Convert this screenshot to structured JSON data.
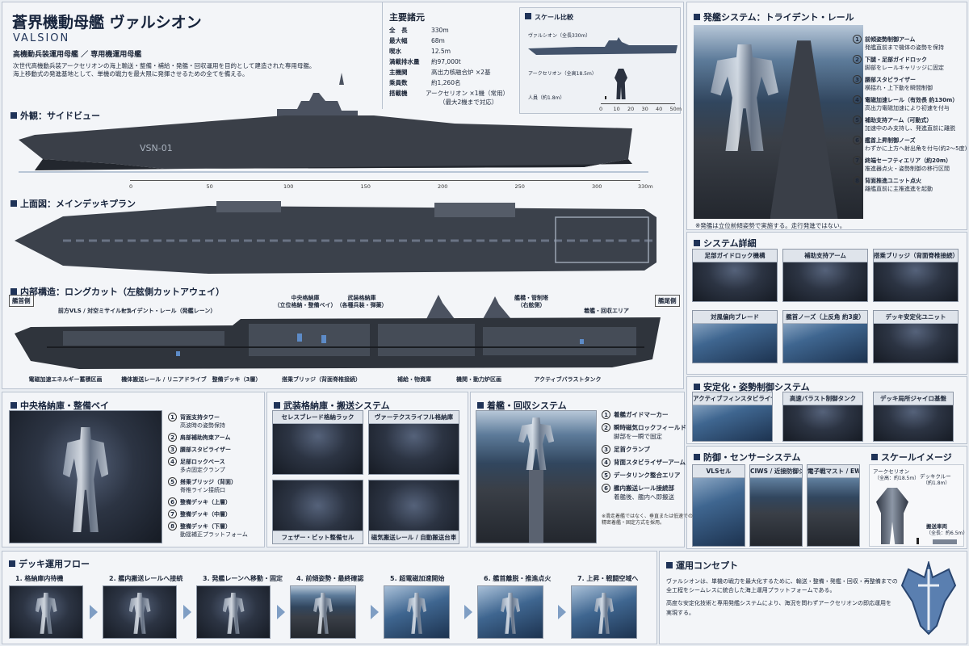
{
  "header": {
    "title": "蒼界機動母艦 ヴァルシオン",
    "title_en": "VALSION",
    "subtitle": "高機動兵装運用母艦 ／ 専用機運用母艦",
    "desc": [
      "次世代高機動兵装アークセリオンの海上輸送・整備・補給・発艦・回収運用を目的として建造された専用母艦。",
      "海上移動式の発進基地として、単機の戦力を最大限に発揮させるための全てを備える。"
    ]
  },
  "specs": {
    "title": "主要諸元",
    "rows": [
      [
        "全　長",
        "330m"
      ],
      [
        "最大幅",
        "68m"
      ],
      [
        "喫水",
        "12.5m"
      ],
      [
        "満載排水量",
        "約97,000t"
      ],
      [
        "主機関",
        "高出力核融合炉 ×2基"
      ],
      [
        "乗員数",
        "約1,260名"
      ],
      [
        "搭載機",
        "アークセリオン ×1機（常用）"
      ]
    ],
    "note": "（最大2機まで対応）"
  },
  "scale_compare": {
    "title": "スケール比較",
    "ship": "ヴァルシオン（全長330m）",
    "mech": "アークセリオン（全高18.5m）",
    "human": "人員（約1.8m）",
    "ticks": [
      "0",
      "10",
      "20",
      "30",
      "40",
      "50m"
    ]
  },
  "side_view": {
    "title": "外観：サイドビュー",
    "hull_mark": "VSN-01",
    "ticks": [
      "0",
      "50",
      "100",
      "150",
      "200",
      "250",
      "300",
      "330m"
    ]
  },
  "top_view": {
    "title": "上面図：メインデッキプラン"
  },
  "interior": {
    "title": "内部構造：ロングカット（左舷側カットアウェイ）",
    "bow": "艦首側",
    "stern": "艦尾側",
    "top_labels": [
      "前方VLS / 対空ミサイルセル",
      "トライデント・レール（発艦レーン）",
      "中央格納庫\n（立位格納・整備ベイ）",
      "武装格納庫\n（各種兵装・弾薬）",
      "艦橋・管制塔\n（右舷側）",
      "着艦・回収エリア"
    ],
    "bottom_labels": [
      "電磁加速エネルギー蓄積区画",
      "機体搬送レール / リニアドライブ",
      "整備デッキ（3層）",
      "搭乗ブリッジ（背面脊椎接続）",
      "補給・物資庫",
      "機関・動力炉区画",
      "アクティブバラストタンク"
    ]
  },
  "launch": {
    "title": "発艦システム：トライデント・レール",
    "items": [
      [
        "前傾姿勢制御アーム",
        "発艦直前まで機体の姿勢を保持"
      ],
      [
        "下腿・足部ガイドロック",
        "脚部をレールキャリッジに固定"
      ],
      [
        "腰部スタビライザー",
        "横揺れ・上下動を瞬間制御"
      ],
      [
        "電磁加速レール（有効長 約130m）",
        "高出力電磁加速により初速を付与"
      ],
      [
        "補助支持アーム（可動式）",
        "加速中のみ支持し、発進直前に離脱"
      ],
      [
        "艦首上昇制御ノーズ",
        "わずかに上方へ射出角を付与(約2～5度)"
      ],
      [
        "終端セーフティエリア（約20m）",
        "推進器点火・姿勢制御の移行区間"
      ],
      [
        "背面推進ユニット点火",
        "離艦直前に主推進進を起動"
      ]
    ],
    "note": "※発艦は立位前傾姿勢で実施する。走行発進ではない。"
  },
  "details": {
    "title": "システム詳細",
    "items": [
      "足部ガイドロック機構",
      "補助支持アーム",
      "搭乗ブリッジ（背面脊椎接続）",
      "対風偏向ブレード",
      "艦首ノーズ（上反角 約3度）",
      "デッキ安定化ユニット"
    ]
  },
  "stabilization": {
    "title": "安定化・姿勢制御システム",
    "items": [
      "アクティブフィンスタビライザー",
      "高速バラスト制御タンク",
      "デッキ局所ジャイロ基盤"
    ]
  },
  "defense": {
    "title": "防御・センサーシステム",
    "items": [
      "VLSセル",
      "CIWS / 近接防御システム",
      "電子戦マスト / EWシステム"
    ]
  },
  "scale_image": {
    "title": "スケールイメージ",
    "mech": "アークセリオン",
    "mech_sub": "（全高：約18.5m）",
    "crew": "デッキクルー",
    "crew_sub": "（約1.8m）",
    "vehicle": "搬送車両",
    "vehicle_sub": "（全長：約6.5m）"
  },
  "hangar": {
    "title": "中央格納庫・整備ベイ",
    "items": [
      [
        "背面支持タワー",
        "高波時の姿勢保持"
      ],
      [
        "肩部補助拘束アーム",
        ""
      ],
      [
        "腰部スタビライザー",
        ""
      ],
      [
        "足部ロックベース",
        "多点固定クランプ"
      ],
      [
        "搭乗ブリッジ（背面）",
        "脊椎ライン接続口"
      ],
      [
        "整備デッキ（上層）",
        ""
      ],
      [
        "整備デッキ（中層）",
        ""
      ],
      [
        "整備デッキ（下層）",
        "動揺補正プラットフォーム"
      ]
    ]
  },
  "armament": {
    "title": "武装格納庫・搬送システム",
    "items": [
      "セレスブレード格納ラック",
      "ヴァーテクスライフル格納庫",
      "フェザー・ビット整備セル",
      "磁気搬送レール / 自動搬送台車"
    ]
  },
  "landing": {
    "title": "着艦・回収システム",
    "items": [
      [
        "着艦ガイドマーカー",
        ""
      ],
      [
        "瞬時磁気ロックフィールド",
        "脚部を一瞬で固定"
      ],
      [
        "足首クランプ",
        ""
      ],
      [
        "背面スタビライザーアーム",
        ""
      ],
      [
        "データリンク整合エリア",
        ""
      ],
      [
        "艦内搬送レール接続部",
        "着艦後、艦内へ即搬送"
      ]
    ],
    "note": [
      "※滑走着艦ではなく、垂直または低速での",
      "精密着艦・固定方式を採用。"
    ]
  },
  "flow": {
    "title": "デッキ運用フロー",
    "steps": [
      "1. 格納庫内待機",
      "2. 艦内搬送レールへ接続",
      "3. 発艦レーンへ移動・固定",
      "4. 前傾姿勢・最終確認",
      "5. 超電磁加速開始",
      "6. 艦首離脱・推進点火",
      "7. 上昇・戦闘空域へ"
    ]
  },
  "concept": {
    "title": "運用コンセプト",
    "p1": [
      "ヴァルシオンは、単機の戦力を最大化するために、輸送・整備・発艦・回収・再整備までの",
      "全工程をシームレスに統合した海上運用プラットフォームである。"
    ],
    "p2": [
      "高度な安定化技術と専用発艦システムにより、海況を問わずアークセリオンの即応運用を",
      "実現する。"
    ]
  },
  "colors": {
    "accent": "#1f3358",
    "background": "#e9edf2",
    "hull": "#3a3f48"
  }
}
